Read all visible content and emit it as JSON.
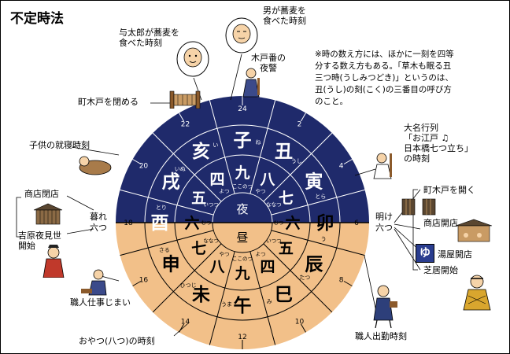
{
  "title": "不定時法",
  "note": "※時の数え方には、ほかに一刻を四等分する数え方もある。「草木も眠る丑三つ時(うしみつどき)」というのは、丑(うし)の刻(こく)の三番目の呼び方のこと。",
  "colors": {
    "night": "#1f2a6b",
    "day": "#f2c089",
    "hand": "#ffffff",
    "ink": "#000000"
  },
  "center": {
    "night": "夜",
    "day": "昼"
  },
  "side_labels": {
    "left": "暮れ\n六つ",
    "right": "明け\n六つ"
  },
  "hours": [
    "24",
    "2",
    "4",
    "6",
    "8",
    "10",
    "12",
    "14",
    "16",
    "18",
    "20",
    "22"
  ],
  "zodiac": [
    {
      "kanji": "子",
      "reading": "ね"
    },
    {
      "kanji": "丑",
      "reading": "うし"
    },
    {
      "kanji": "寅",
      "reading": "とら"
    },
    {
      "kanji": "卯",
      "reading": "う"
    },
    {
      "kanji": "辰",
      "reading": "たつ"
    },
    {
      "kanji": "巳",
      "reading": "み"
    },
    {
      "kanji": "午",
      "reading": "うま"
    },
    {
      "kanji": "未",
      "reading": "ひつじ"
    },
    {
      "kanji": "申",
      "reading": "さる"
    },
    {
      "kanji": "酉",
      "reading": "とり"
    },
    {
      "kanji": "戌",
      "reading": "いぬ"
    },
    {
      "kanji": "亥",
      "reading": "い"
    }
  ],
  "counts": [
    {
      "kanji": "九",
      "reading": "ここのつ"
    },
    {
      "kanji": "八",
      "reading": "やつ"
    },
    {
      "kanji": "七",
      "reading": "ななつ"
    },
    {
      "kanji": "六",
      "reading": "むつ"
    },
    {
      "kanji": "五",
      "reading": "いつつ"
    },
    {
      "kanji": "四",
      "reading": "よつ"
    },
    {
      "kanji": "九",
      "reading": "ここのつ"
    },
    {
      "kanji": "八",
      "reading": "やつ"
    },
    {
      "kanji": "七",
      "reading": "ななつ"
    },
    {
      "kanji": "六",
      "reading": "むつ"
    },
    {
      "kanji": "五",
      "reading": "いつつ"
    },
    {
      "kanji": "四",
      "reading": "よつ"
    }
  ],
  "annotations": {
    "yotaro": "与太郎が蕎麦を\n食べた時刻",
    "man": "男が蕎麦を\n食べた時刻",
    "kidoban": "木戸番の\n夜警",
    "kido_close": "町木戸を閉める",
    "child": "子供の就寝時刻",
    "store_close": "商店閉店",
    "yoshiwara": "吉原夜見世\n開始",
    "artisan_end": "職人仕事じまい",
    "oyatsu": "おやつ(八つ)の時刻",
    "daimyo": "大名行列\n「お江戸 ♫\n日本橋七つ立ち」\nの時刻",
    "kido_open": "町木戸を開く",
    "store_open": "商店開店",
    "bath_open": "湯屋開店",
    "theater": "芝居開始",
    "artisan_start": "職人出勤時刻",
    "bath_sign": "ゆ"
  }
}
